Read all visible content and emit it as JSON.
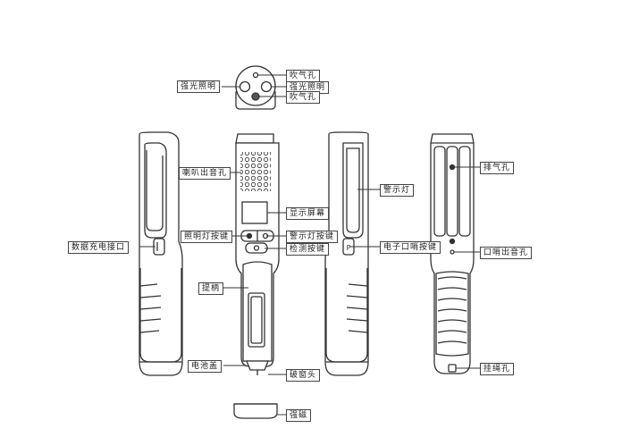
{
  "labels": {
    "strong_light_left": "强光照明",
    "blow_hole_top": "吹气孔",
    "strong_light_right": "强光照明",
    "blow_hole_bottom": "吹气孔",
    "speaker_hole": "喇叭出音孔",
    "screen": "显示屏幕",
    "light_button": "照明灯按键",
    "warning_light_button": "警示灯按键",
    "test_button": "检测按键",
    "charge_port": "数据充电接口",
    "handle": "提柄",
    "battery_cover": "电池盖",
    "window_breaker": "破窗头",
    "magnet": "强磁",
    "warning_light": "警示灯",
    "whistle_button": "电子口哨按键",
    "exhaust_hole": "排气孔",
    "whistle_sound_hole": "口哨出音孔",
    "lanyard_hole": "挂绳孔"
  },
  "button_glyph": "P"
}
